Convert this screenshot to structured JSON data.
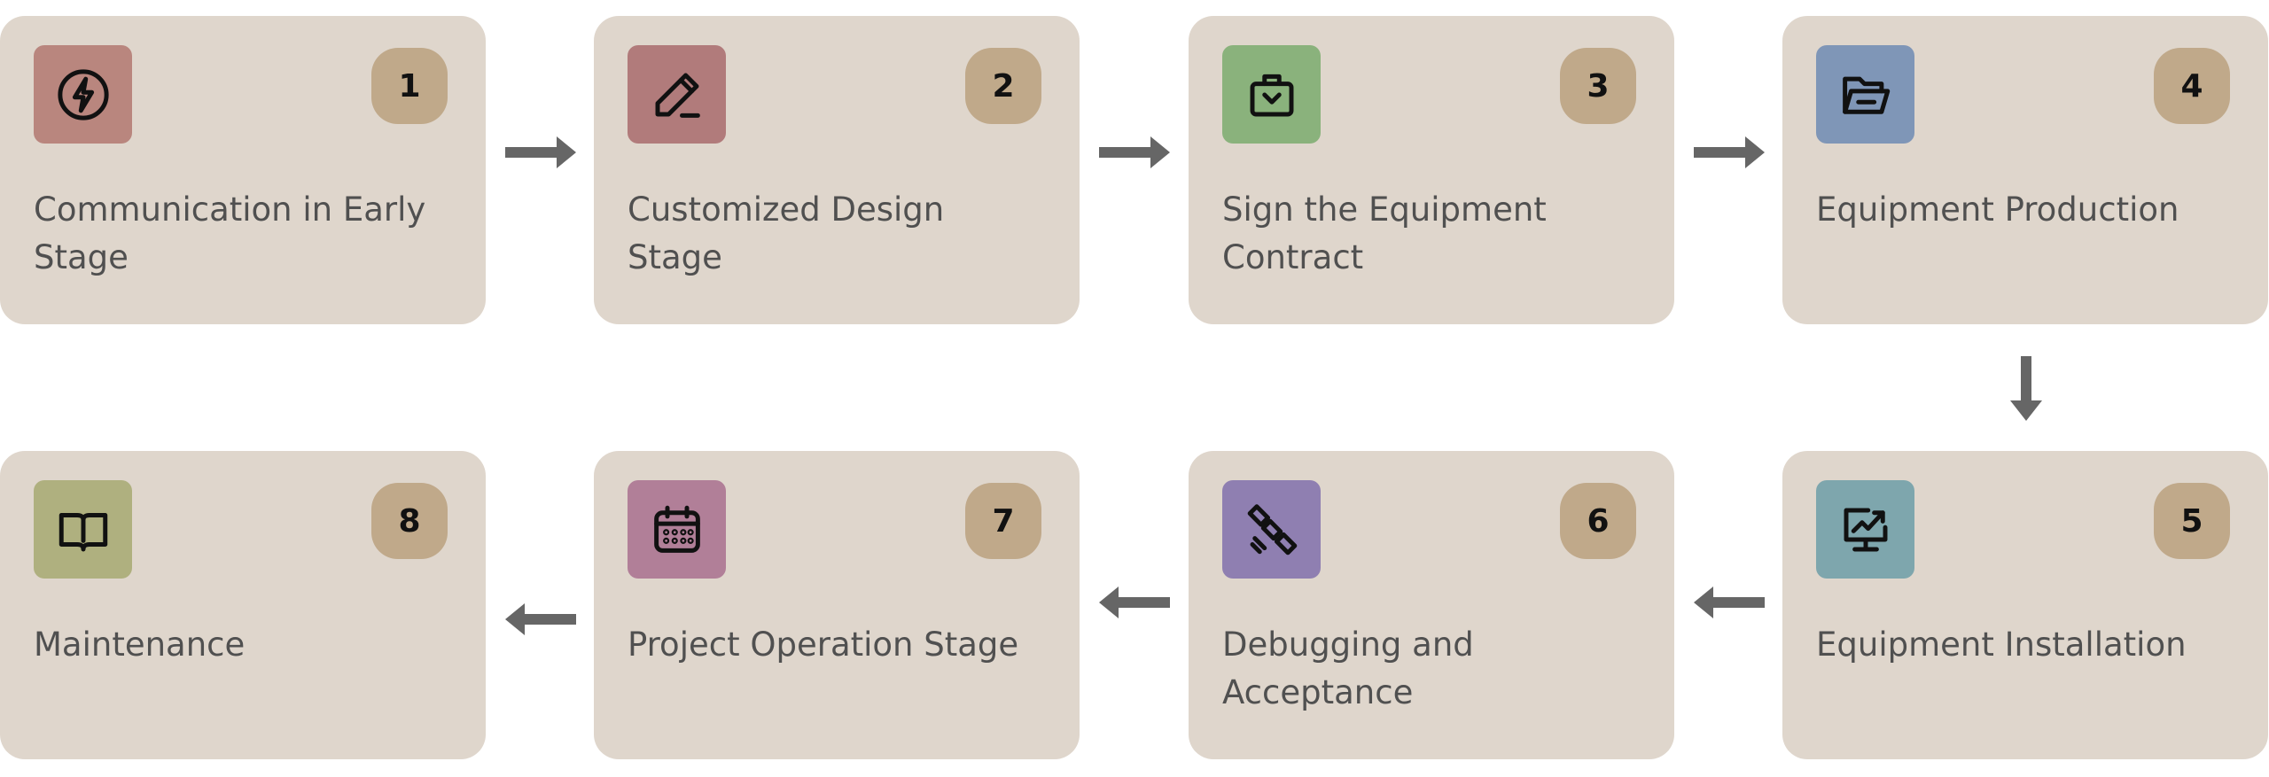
{
  "colors": {
    "card_bg": "#dfd6cc",
    "badge_bg": "#c0a98a",
    "arrow": "#666666",
    "label_text": "#505050"
  },
  "steps": [
    {
      "number": "1",
      "label": "Communication in Early Stage",
      "icon": "lightning-icon",
      "icon_color": "#b9867e"
    },
    {
      "number": "2",
      "label": "Customized Design Stage",
      "icon": "pencil-icon",
      "icon_color": "#b17b7b"
    },
    {
      "number": "3",
      "label": "Sign the Equipment Contract",
      "icon": "briefcase-icon",
      "icon_color": "#8ab27c"
    },
    {
      "number": "4",
      "label": "Equipment Production",
      "icon": "folder-icon",
      "icon_color": "#7f96b7"
    },
    {
      "number": "5",
      "label": "Equipment Installation",
      "icon": "monitor-chart-icon",
      "icon_color": "#7ea6ad"
    },
    {
      "number": "6",
      "label": "Debugging and Acceptance",
      "icon": "satellite-icon",
      "icon_color": "#8f7fb1"
    },
    {
      "number": "7",
      "label": "Project Operation Stage",
      "icon": "calendar-icon",
      "icon_color": "#b17f98"
    },
    {
      "number": "8",
      "label": "Maintenance",
      "icon": "book-icon",
      "icon_color": "#afb07f"
    }
  ]
}
